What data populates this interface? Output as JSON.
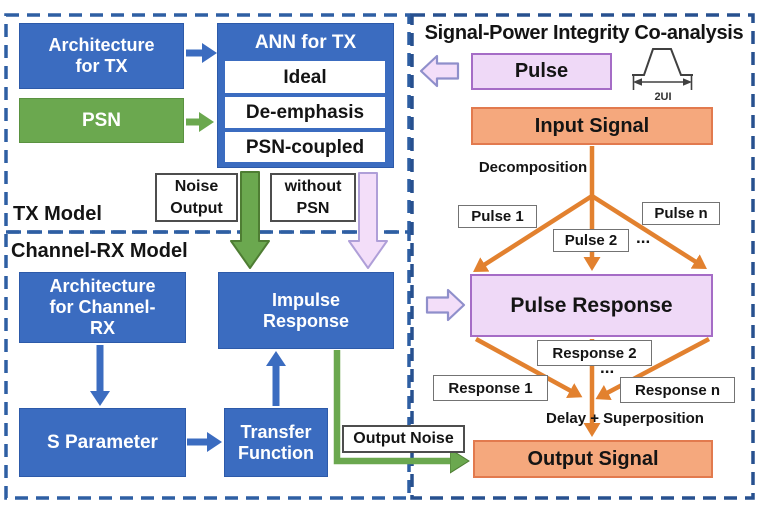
{
  "colors": {
    "blue_box": "#3b6cc0",
    "green_box": "#6ba84f",
    "lavender_box": "#efd9f7",
    "purple_border": "#a56cc6",
    "orange_box": "#f5a87d",
    "orange_arrow": "#e2812f",
    "pink_arrow_fill": "#f3def9",
    "dashed_border_left": "#2e5fa3",
    "dashed_border_right": "#27508f"
  },
  "tx_panel": {
    "label": "TX Model",
    "architecture_box": "Architecture for TX",
    "psn_box": "PSN",
    "ann_title": "ANN for TX",
    "ann_modes": [
      "Ideal",
      "De-emphasis",
      "PSN-coupled"
    ],
    "noise_output_label": "Noise Output",
    "without_psn_label": "without PSN"
  },
  "channel_rx_panel": {
    "label": "Channel-RX Model",
    "architecture_box": "Architecture for Channel-RX",
    "impulse_response_box": "Impulse Response",
    "s_parameter_box": "S Parameter",
    "transfer_function_box": "Transfer Function",
    "output_noise_label": "Output Noise"
  },
  "co_analysis_panel": {
    "title": "Signal-Power Integrity Co-analysis",
    "pulse_box": "Pulse",
    "pulse_width_label": "2UI",
    "input_signal_box": "Input Signal",
    "decomposition_label": "Decomposition",
    "pulse_labels": [
      "Pulse 1",
      "Pulse 2",
      "Pulse n"
    ],
    "ellipsis_top": "...",
    "pulse_response_box": "Pulse Response",
    "response_labels": [
      "Response 1",
      "Response 2",
      "Response n"
    ],
    "ellipsis_bottom": "...",
    "delay_label": "Delay + Superposition",
    "output_signal_box": "Output Signal"
  }
}
